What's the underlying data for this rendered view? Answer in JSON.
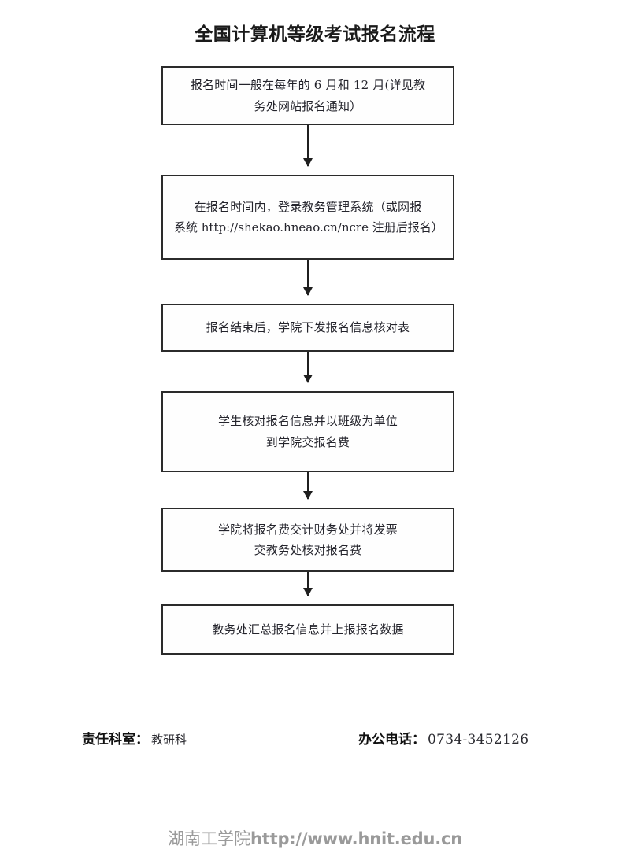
{
  "document": {
    "title": "全国计算机等级考试报名流程"
  },
  "flowchart": {
    "type": "vertical-flow",
    "node_count": 6,
    "connector_count": 5,
    "nodes": [
      {
        "id": "node-1",
        "step": 1,
        "lines": [
          "报名时间一般在每年的 6 月和 12 月(详见教",
          "务处网站报名通知）"
        ],
        "text": "报名时间一般在每年的 6 月和 12 月(详见教务处网站报名通知）"
      },
      {
        "id": "node-2",
        "step": 2,
        "lines": [
          "在报名时间内，登录教务管理系统（或网报",
          "系统 http://shekao.hneao.cn/ncre 注册后报名）"
        ],
        "text": "在报名时间内，登录教务管理系统（或网报系统 http://shekao.hneao.cn/ncre 注册后报名）",
        "url": "http://shekao.hneao.cn/ncre"
      },
      {
        "id": "node-3",
        "step": 3,
        "lines": [
          "报名结束后，学院下发报名信息核对表"
        ],
        "text": "报名结束后，学院下发报名信息核对表"
      },
      {
        "id": "node-4",
        "step": 4,
        "lines": [
          "学生核对报名信息并以班级为单位",
          "到学院交报名费"
        ],
        "text": "学生核对报名信息并以班级为单位到学院交报名费"
      },
      {
        "id": "node-5",
        "step": 5,
        "lines": [
          "学院将报名费交计财务处并将发票",
          "交教务处核对报名费"
        ],
        "text": "学院将报名费交计财务处并将发票交教务处核对报名费"
      },
      {
        "id": "node-6",
        "step": 6,
        "lines": [
          "教务处汇总报名信息并上报报名数据"
        ],
        "text": "教务处汇总报名信息并上报报名数据"
      }
    ]
  },
  "footer": {
    "office_label": "责任科室：",
    "office_value": "教研科",
    "phone_label": "办公电话：",
    "phone_value": "0734-3452126"
  },
  "watermark": {
    "institution": "湖南工学院",
    "url": "http://www.hnit.edu.cn"
  },
  "colors": {
    "text": "#24242c",
    "box_border": "#2b2b2b",
    "connector": "#1f1f1f",
    "watermark": "#9a9a9a",
    "background": "#ffffff"
  }
}
